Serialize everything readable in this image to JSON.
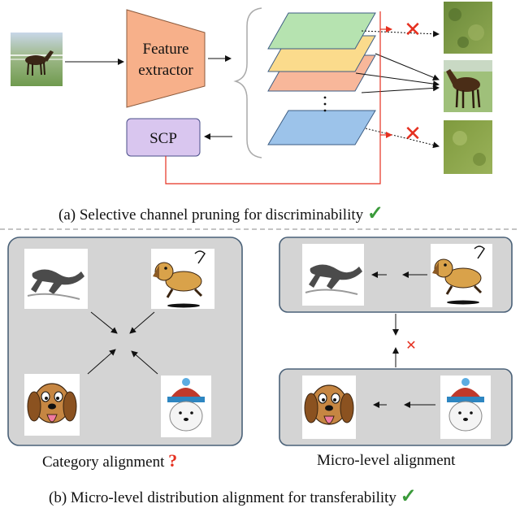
{
  "blocks": {
    "feature_extractor": "Feature extractor",
    "feature_extractor_line1": "Feature",
    "feature_extractor_line2": "extractor",
    "scp": "SCP"
  },
  "captions": {
    "a": "(a) Selective channel pruning for discriminability",
    "b": "(b) Micro-level distribution alignment for transferability",
    "category": "Category alignment",
    "micro": "Micro-level alignment"
  },
  "marks": {
    "check": "✓",
    "question": "?",
    "cross": "✕"
  },
  "colors": {
    "feature_extractor_fill": "#f7b08a",
    "scp_fill": "#d9c6ef",
    "layer_green": "#b6e3b0",
    "layer_yellow": "#fbdb8c",
    "layer_orange": "#f8b79a",
    "layer_blue": "#9cc3ea",
    "prune_red": "#e53020",
    "check_green": "#3a9a3a",
    "panel_gray": "#d4d4d4",
    "panel_border": "#4a6178"
  }
}
